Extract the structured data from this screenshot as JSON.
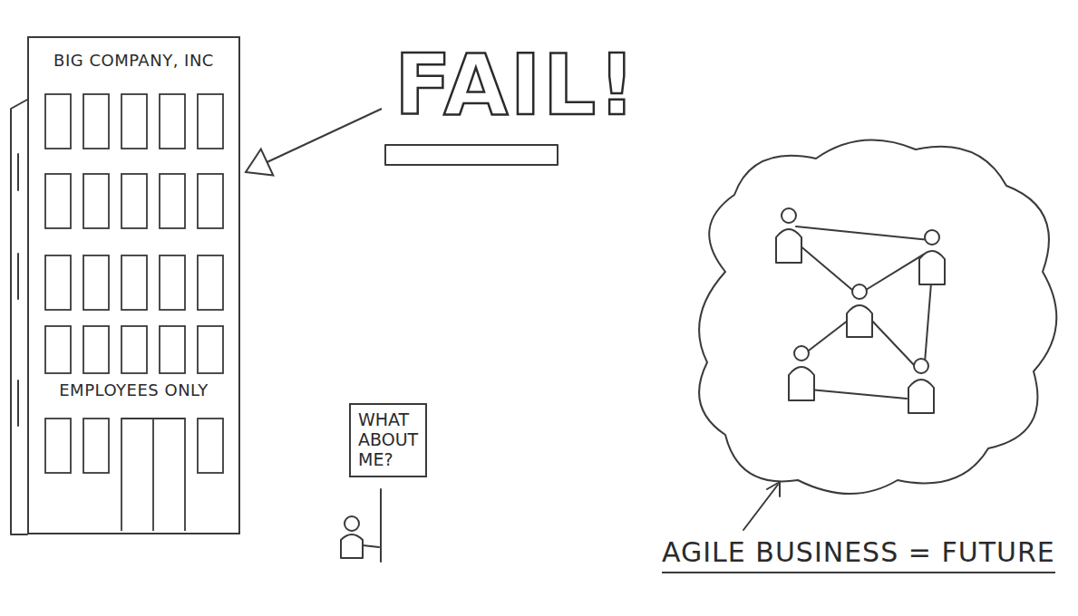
{
  "diagram": {
    "nodes": [
      {
        "text": [
          "BIG COMPANY, INC",
          "EMPLOYEES ONLY"
        ]
      },
      {
        "text": [
          "FAIL!"
        ]
      },
      {
        "text": [
          "WHAT ABOUT ME?"
        ]
      }
    ],
    "edges": [
      {
        "from": 1,
        "to": 0,
        "arrow": "to"
      }
    ],
    "labels": [
      "AGILE BUSINESS = FUTURE"
    ]
  }
}
